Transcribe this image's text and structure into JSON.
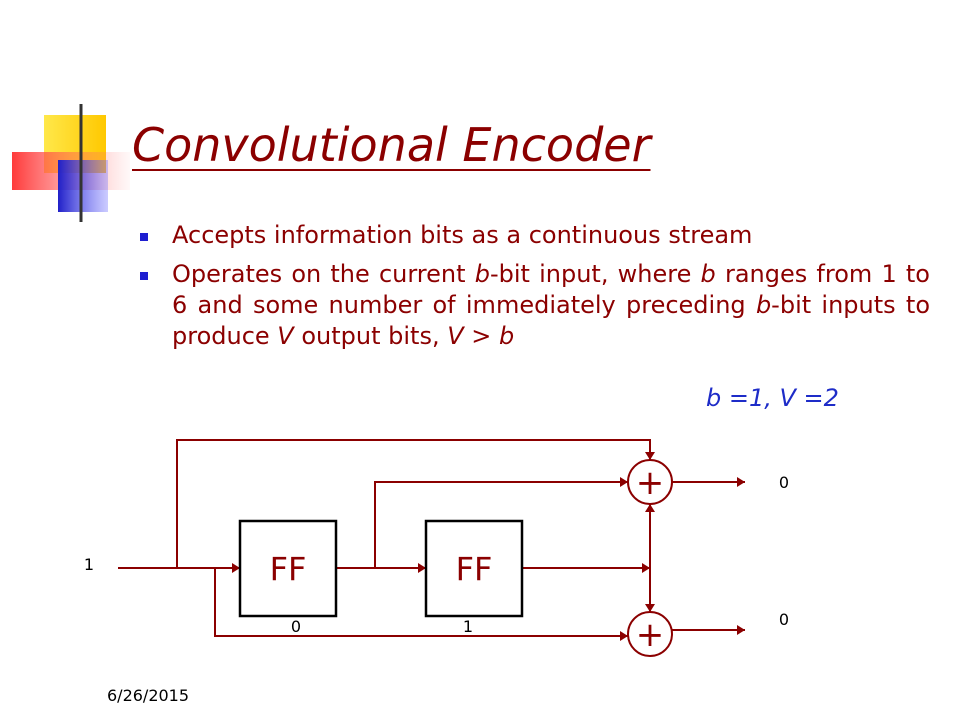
{
  "slide": {
    "title": "Convolutional Encoder",
    "bullets": [
      {
        "segments": [
          {
            "text": "Accepts information bits as a continuous stream",
            "italic": false
          }
        ]
      },
      {
        "segments": [
          {
            "text": "Operates on the current ",
            "italic": false
          },
          {
            "text": "b",
            "italic": true
          },
          {
            "text": "-bit input, where ",
            "italic": false
          },
          {
            "text": "b",
            "italic": true
          },
          {
            "text": " ranges from 1 to 6 and some number of immediately preceding ",
            "italic": false
          },
          {
            "text": "b",
            "italic": true
          },
          {
            "text": "-bit inputs to produce ",
            "italic": false
          },
          {
            "text": "V",
            "italic": true
          },
          {
            "text": " output bits, ",
            "italic": false
          },
          {
            "text": "V > b",
            "italic": true
          }
        ]
      }
    ],
    "params_label": "b =1, V =2",
    "date": "6/26/2015"
  },
  "diagram": {
    "flip_flop_1_label": "FF",
    "flip_flop_2_label": "FF",
    "adder_top_symbol": "+",
    "adder_bottom_symbol": "+",
    "input_bit": "1",
    "ff1_state": "0",
    "ff2_state": "1",
    "output_top_bit": "0",
    "output_bottom_bit": "0"
  },
  "colors": {
    "title": "#8b0000",
    "body_text": "#8b0000",
    "bullet": "#1e1ed0",
    "params": "#1e2cc8",
    "diagram_lines": "#8b0000",
    "deco_yellow": "#ffd700",
    "deco_blue": "#2c2ccc",
    "deco_red": "#ff3c3c"
  }
}
